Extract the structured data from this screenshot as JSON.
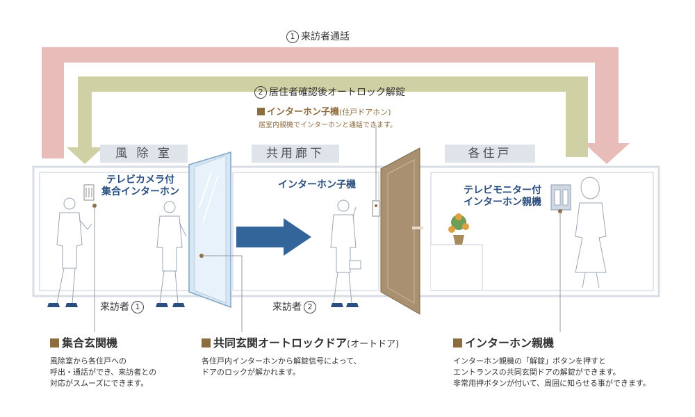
{
  "flows": {
    "call": {
      "num": "1",
      "label": "来訪者通話",
      "color": "#e8bcb8"
    },
    "unlock": {
      "num": "2",
      "label": "居住者確認後オートロック解錠",
      "color": "#cfd0a4"
    }
  },
  "areas": {
    "vestibule": "風 除 室",
    "corridor": "共用廊下",
    "dwelling": "各住戸"
  },
  "devices": {
    "camera_intercom": [
      "テレビカメラ付",
      "集合インターホン"
    ],
    "door_sub_unit": "インターホン子機",
    "monitor_master": [
      "テレビモニター付",
      "インターホン親機"
    ]
  },
  "child_unit_note": {
    "title": "インターホン子機",
    "suffix": "(住戸ドアホン)",
    "desc": "居室内親機でインターホンと通話できます。"
  },
  "visitors": {
    "v1": {
      "label": "来訪者",
      "num": "1"
    },
    "v2": {
      "label": "来訪者",
      "num": "2"
    }
  },
  "sections": [
    {
      "title": "集合玄関機",
      "suffix": "",
      "lines": [
        "風除室から各住戸への",
        "呼出・通話ができ、来訪者との",
        "対応がスムーズにできます。"
      ]
    },
    {
      "title": "共同玄関オートロックドア",
      "suffix": "(オートドア)",
      "lines": [
        "各住戸内インターホンから解錠信号によって、",
        "ドアのロックが解かれます。"
      ]
    },
    {
      "title": "インターホン親機",
      "suffix": "",
      "lines": [
        "インターホン親機の「解錠」ボタンを押すと",
        "エントランスの共同玄関ドアの解錠ができます。",
        "非常用押ボタンが付いて、周囲に知らせる事ができます。"
      ]
    }
  ],
  "colors": {
    "accent_blue": "#2a4e7f",
    "arrow_blue": "#33649a",
    "brown": "#8d6c3f",
    "door": "#a99071"
  }
}
